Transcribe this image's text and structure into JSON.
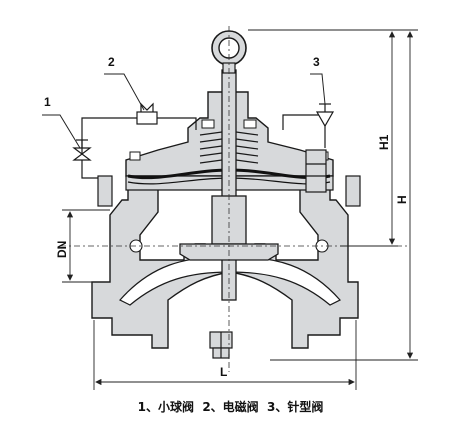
{
  "callouts": {
    "item1": "1",
    "item2": "2",
    "item3": "3"
  },
  "dimensions": {
    "dn": "DN",
    "h1": "H1",
    "h": "H",
    "l": "L"
  },
  "caption": "1、小球阀  2、电磁阀  3、针型阀",
  "colors": {
    "body_fill": "#d7d9db",
    "outline": "#1a1a1a",
    "diaphragm": "#111111",
    "dim_line": "#222222"
  }
}
